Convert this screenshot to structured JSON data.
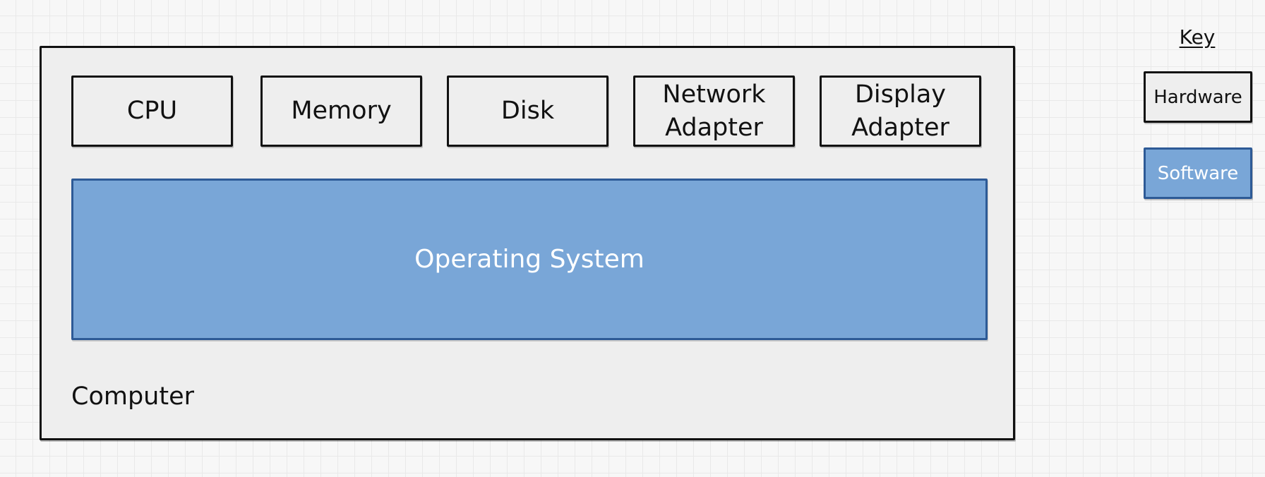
{
  "diagram": {
    "computer_label": "Computer",
    "hardware": [
      {
        "label": "CPU"
      },
      {
        "label": "Memory"
      },
      {
        "label": "Disk"
      },
      {
        "label": "Network\nAdapter"
      },
      {
        "label": "Display\nAdapter"
      }
    ],
    "software": {
      "label": "Operating System"
    }
  },
  "key": {
    "title": "Key",
    "hardware_label": "Hardware",
    "software_label": "Software"
  },
  "colors": {
    "hardware_fill": "#eeeeee",
    "software_fill": "#79a6d7",
    "software_border": "#2d5a96",
    "outline": "#111111"
  }
}
